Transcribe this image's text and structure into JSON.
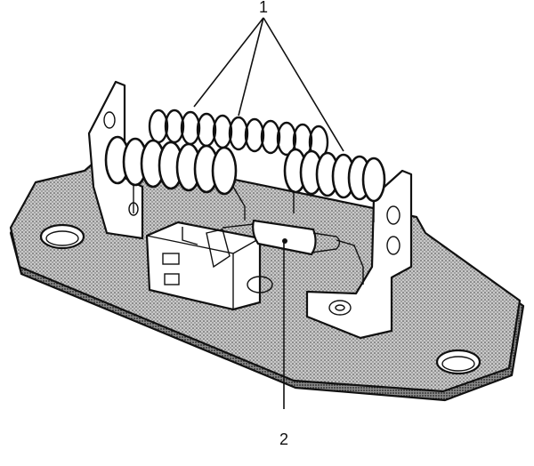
{
  "callouts": [
    {
      "id": "1",
      "label": "1"
    },
    {
      "id": "2",
      "label": "2"
    }
  ],
  "colors": {
    "ink": "#111111",
    "stipple": "#9a9a9a",
    "paper": "#ffffff"
  }
}
